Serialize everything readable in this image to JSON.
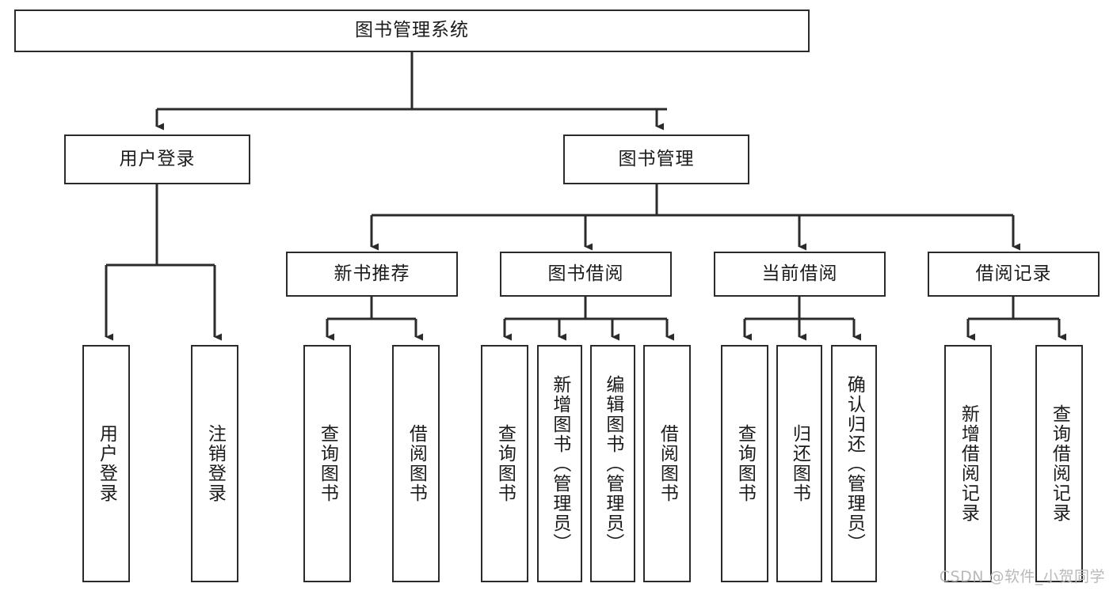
{
  "diagram": {
    "title": "图书管理系统",
    "type": "tree",
    "watermark": "CSDN @软件_小贺同学",
    "colors": {
      "stroke": "#2b2b2b",
      "fill": "#ffffff",
      "text": "#1b1b1b",
      "watermark": "#b9b9b9"
    },
    "root": {
      "label": "图书管理系统"
    },
    "level2": [
      {
        "label": "用户登录"
      },
      {
        "label": "图书管理"
      }
    ],
    "level3": [
      {
        "label": "新书推荐"
      },
      {
        "label": "图书借阅"
      },
      {
        "label": "当前借阅"
      },
      {
        "label": "借阅记录"
      }
    ],
    "leaves": {
      "user_login": [
        {
          "label": "用户登录"
        },
        {
          "label": "注销登录"
        }
      ],
      "new_book_recommend": [
        {
          "label": "查询图书"
        },
        {
          "label": "借阅图书"
        }
      ],
      "book_borrow": [
        {
          "label": "查询图书"
        },
        {
          "label": "新增图书（管理员）"
        },
        {
          "label": "编辑图书（管理员）"
        },
        {
          "label": "借阅图书"
        }
      ],
      "current_borrow": [
        {
          "label": "查询图书"
        },
        {
          "label": "归还图书"
        },
        {
          "label": "确认归还（管理员）"
        }
      ],
      "borrow_record": [
        {
          "label": "新增借阅记录"
        },
        {
          "label": "查询借阅记录"
        }
      ]
    }
  }
}
